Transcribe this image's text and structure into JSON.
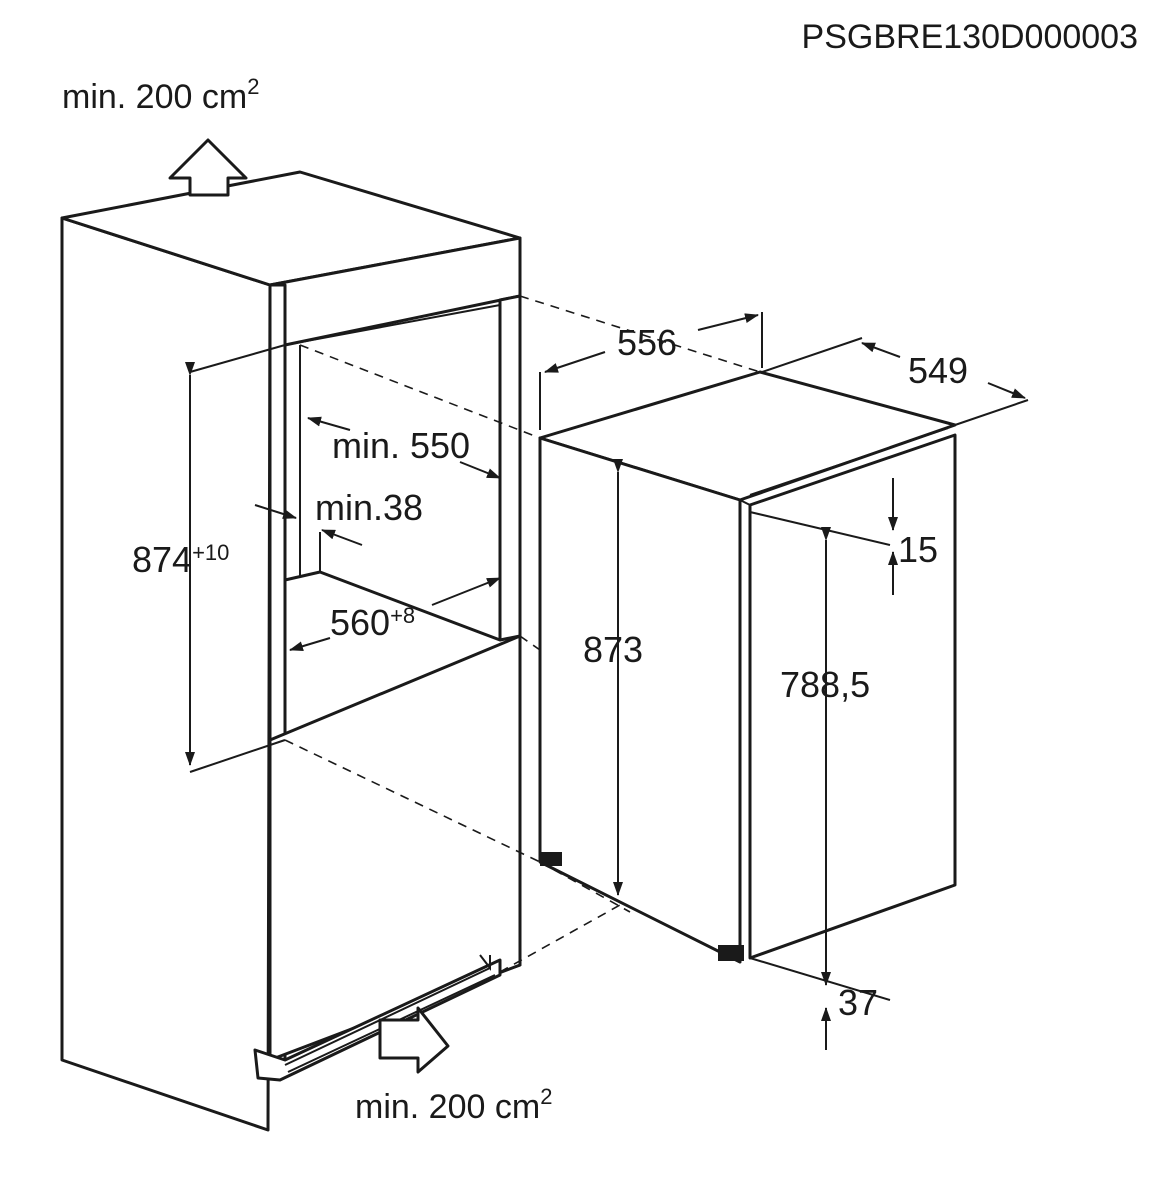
{
  "drawing_code": "PSGBRE130D000003",
  "ventilation": {
    "top": {
      "prefix": "min. 200 cm",
      "exponent": "2"
    },
    "bottom": {
      "prefix": "min. 200 cm",
      "exponent": "2"
    }
  },
  "niche": {
    "height": {
      "value": "874",
      "tolerance": "+10"
    },
    "depth": "min. 550",
    "gap": "min.38",
    "width": {
      "value": "560",
      "tolerance": "+8"
    }
  },
  "appliance": {
    "width": "556",
    "depth": "549",
    "height": "873",
    "door_height": "788,5",
    "top_offset": "15",
    "bottom_offset": "37"
  }
}
